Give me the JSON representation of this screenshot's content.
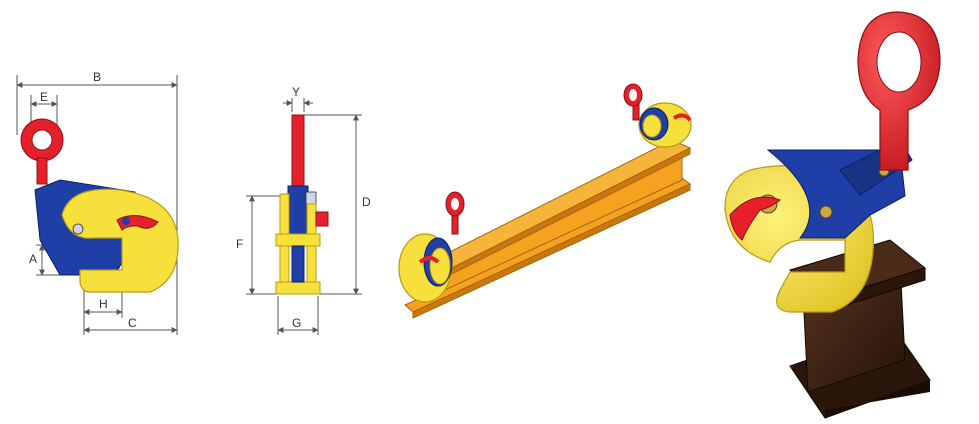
{
  "colors": {
    "yellow": "#f6e03c",
    "yellow_dark": "#d8b61a",
    "blue": "#1f3fa6",
    "red": "#e5202b",
    "orange": "#f4a21f",
    "orange_dark": "#c97810",
    "steel": "#3a1f12",
    "line": "#555555"
  },
  "icons": {
    "lifting_eye": "red-lifting-eye",
    "clamp_body": "yellow-clamp-body",
    "cam_lever": "red-cam-lever",
    "beam": "i-beam"
  },
  "dimension_labels": {
    "B": "B",
    "E": "E",
    "A": "A",
    "H": "H",
    "C": "C",
    "Y": "Y",
    "D": "D",
    "F": "F",
    "G": "G"
  }
}
